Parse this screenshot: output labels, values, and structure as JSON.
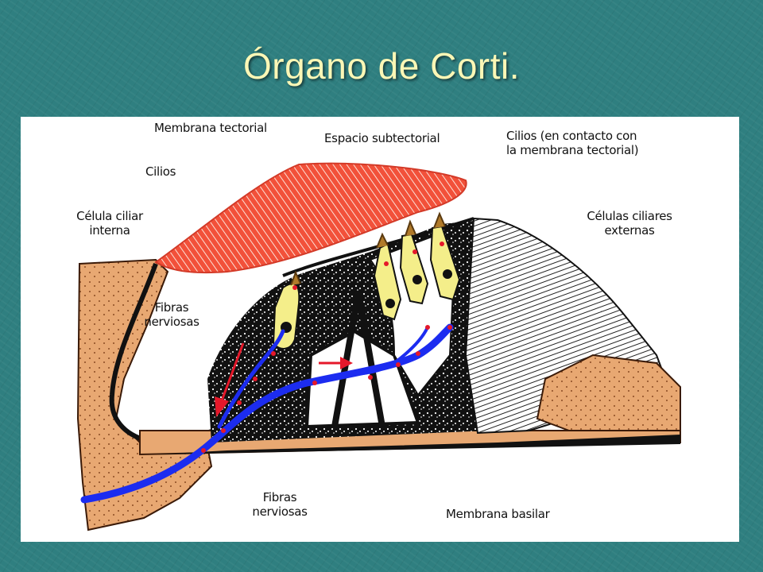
{
  "title": "Órgano de Corti.",
  "labels": {
    "membrana_tectorial": "Membrana tectorial",
    "espacio_subtectorial": "Espacio subtectorial",
    "cilios_contacto_1": "Cilios (en contacto con",
    "cilios_contacto_2": "la membrana tectorial)",
    "cilios": "Cilios",
    "celula_interna_1": "Célula ciliar",
    "celula_interna_2": "interna",
    "celulas_externas_1": "Células ciliares",
    "celulas_externas_2": "externas",
    "fibras_top_1": "Fibras",
    "fibras_top_2": "nerviosas",
    "fibras_bottom_1": "Fibras",
    "fibras_bottom_2": "nerviosas",
    "membrana_basilar": "Membrana basilar"
  },
  "colors": {
    "background": "#2f7f80",
    "title": "#fbf7b6",
    "tectorial": "#f2513a",
    "tissue": "#e8a872",
    "hair_cell": "#f4ee8a",
    "nerve": "#1c2cf0",
    "dots": "#e5182a"
  }
}
